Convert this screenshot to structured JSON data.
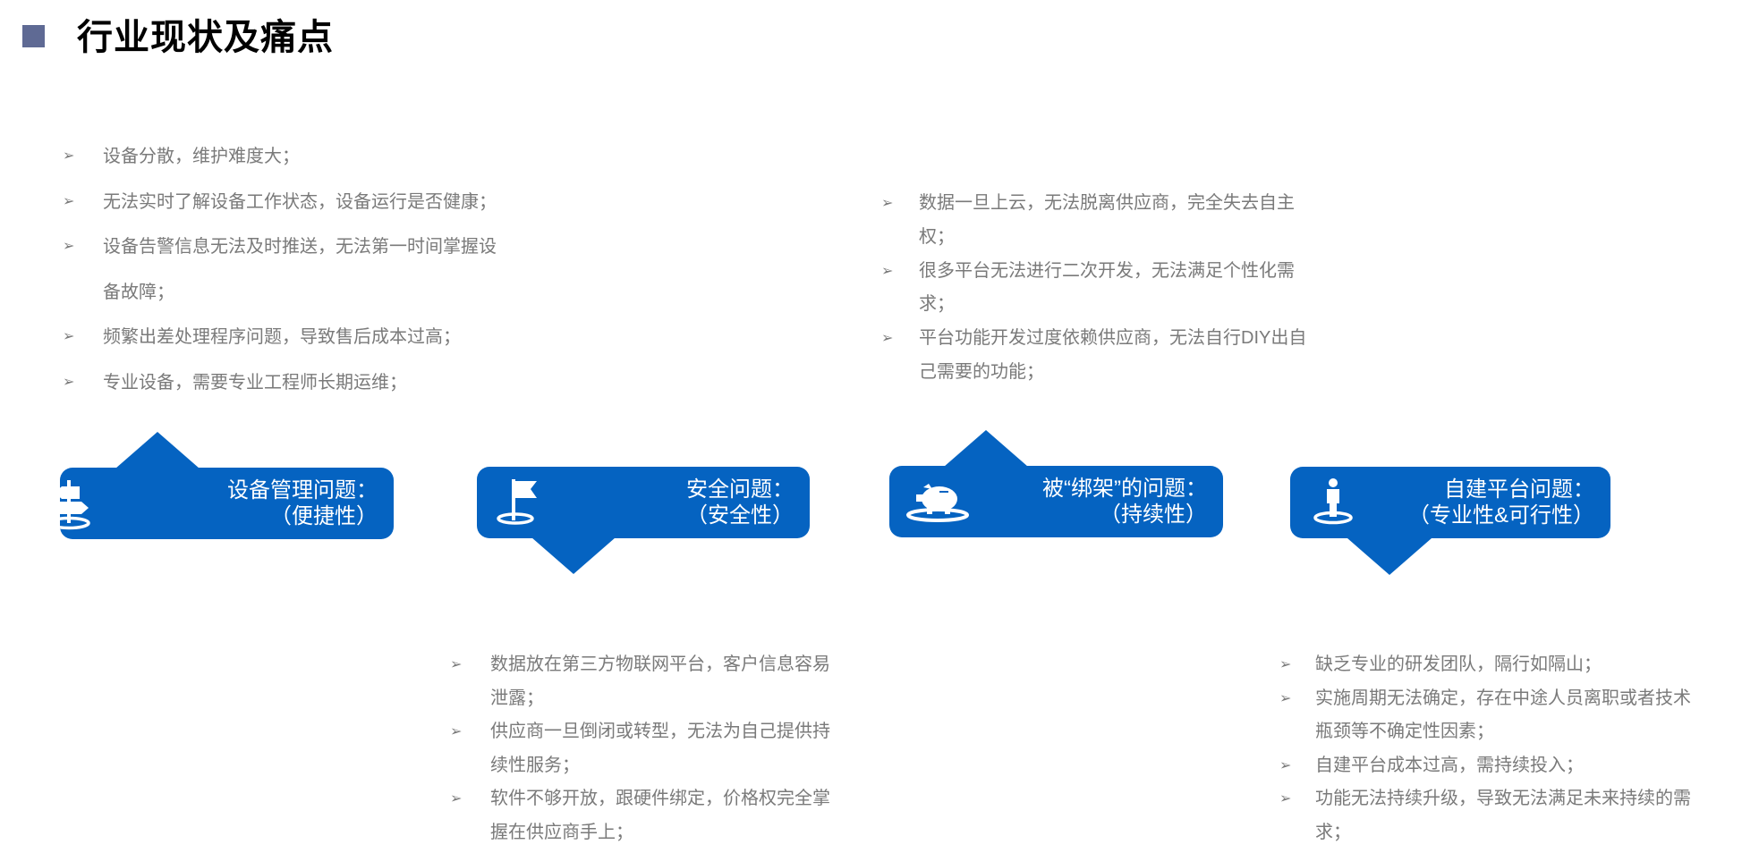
{
  "header": {
    "title": "行业现状及痛点",
    "title_marker_color": "#5f6a94"
  },
  "colors": {
    "card_blue": "#0563c1",
    "body_text": "#7a7a7a"
  },
  "bullet_glyph": "➢",
  "cards": [
    {
      "id": "mgmt",
      "line1": "设备管理问题：",
      "line2": "（便捷性）",
      "icon": "signpost-icon",
      "pointer": "up"
    },
    {
      "id": "security",
      "line1": "安全问题：",
      "line2": "（安全性）",
      "icon": "flag-icon",
      "pointer": "down"
    },
    {
      "id": "lockin",
      "line1": "被“绑架”的问题：",
      "line2": "（持续性）",
      "icon": "piggy-bank-icon",
      "pointer": "up"
    },
    {
      "id": "selfbuild",
      "line1": "自建平台问题：",
      "line2": "（专业性&可行性）",
      "icon": "person-icon",
      "pointer": "down"
    }
  ],
  "lists": {
    "mgmt": [
      "设备分散，维护难度大；",
      "无法实时了解设备工作状态，设备运行是否健康；",
      "设备告警信息无法及时推送，无法第一时间掌握设备故障；",
      "频繁出差处理程序问题，导致售后成本过高；",
      "专业设备，需要专业工程师长期运维；"
    ],
    "lockin": [
      "数据一旦上云，无法脱离供应商，完全失去自主权；",
      "很多平台无法进行二次开发，无法满足个性化需求；",
      "平台功能开发过度依赖供应商，无法自行DIY出自己需要的功能；"
    ],
    "security": [
      "数据放在第三方物联网平台，客户信息容易泄露；",
      "供应商一旦倒闭或转型，无法为自己提供持续性服务；",
      "软件不够开放，跟硬件绑定，价格权完全掌握在供应商手上；"
    ],
    "selfbuild": [
      "缺乏专业的研发团队，隔行如隔山；",
      "实施周期无法确定，存在中途人员离职或者技术瓶颈等不确定性因素；",
      "自建平台成本过高，需持续投入；",
      "功能无法持续升级，导致无法满足未来持续的需求；"
    ]
  }
}
